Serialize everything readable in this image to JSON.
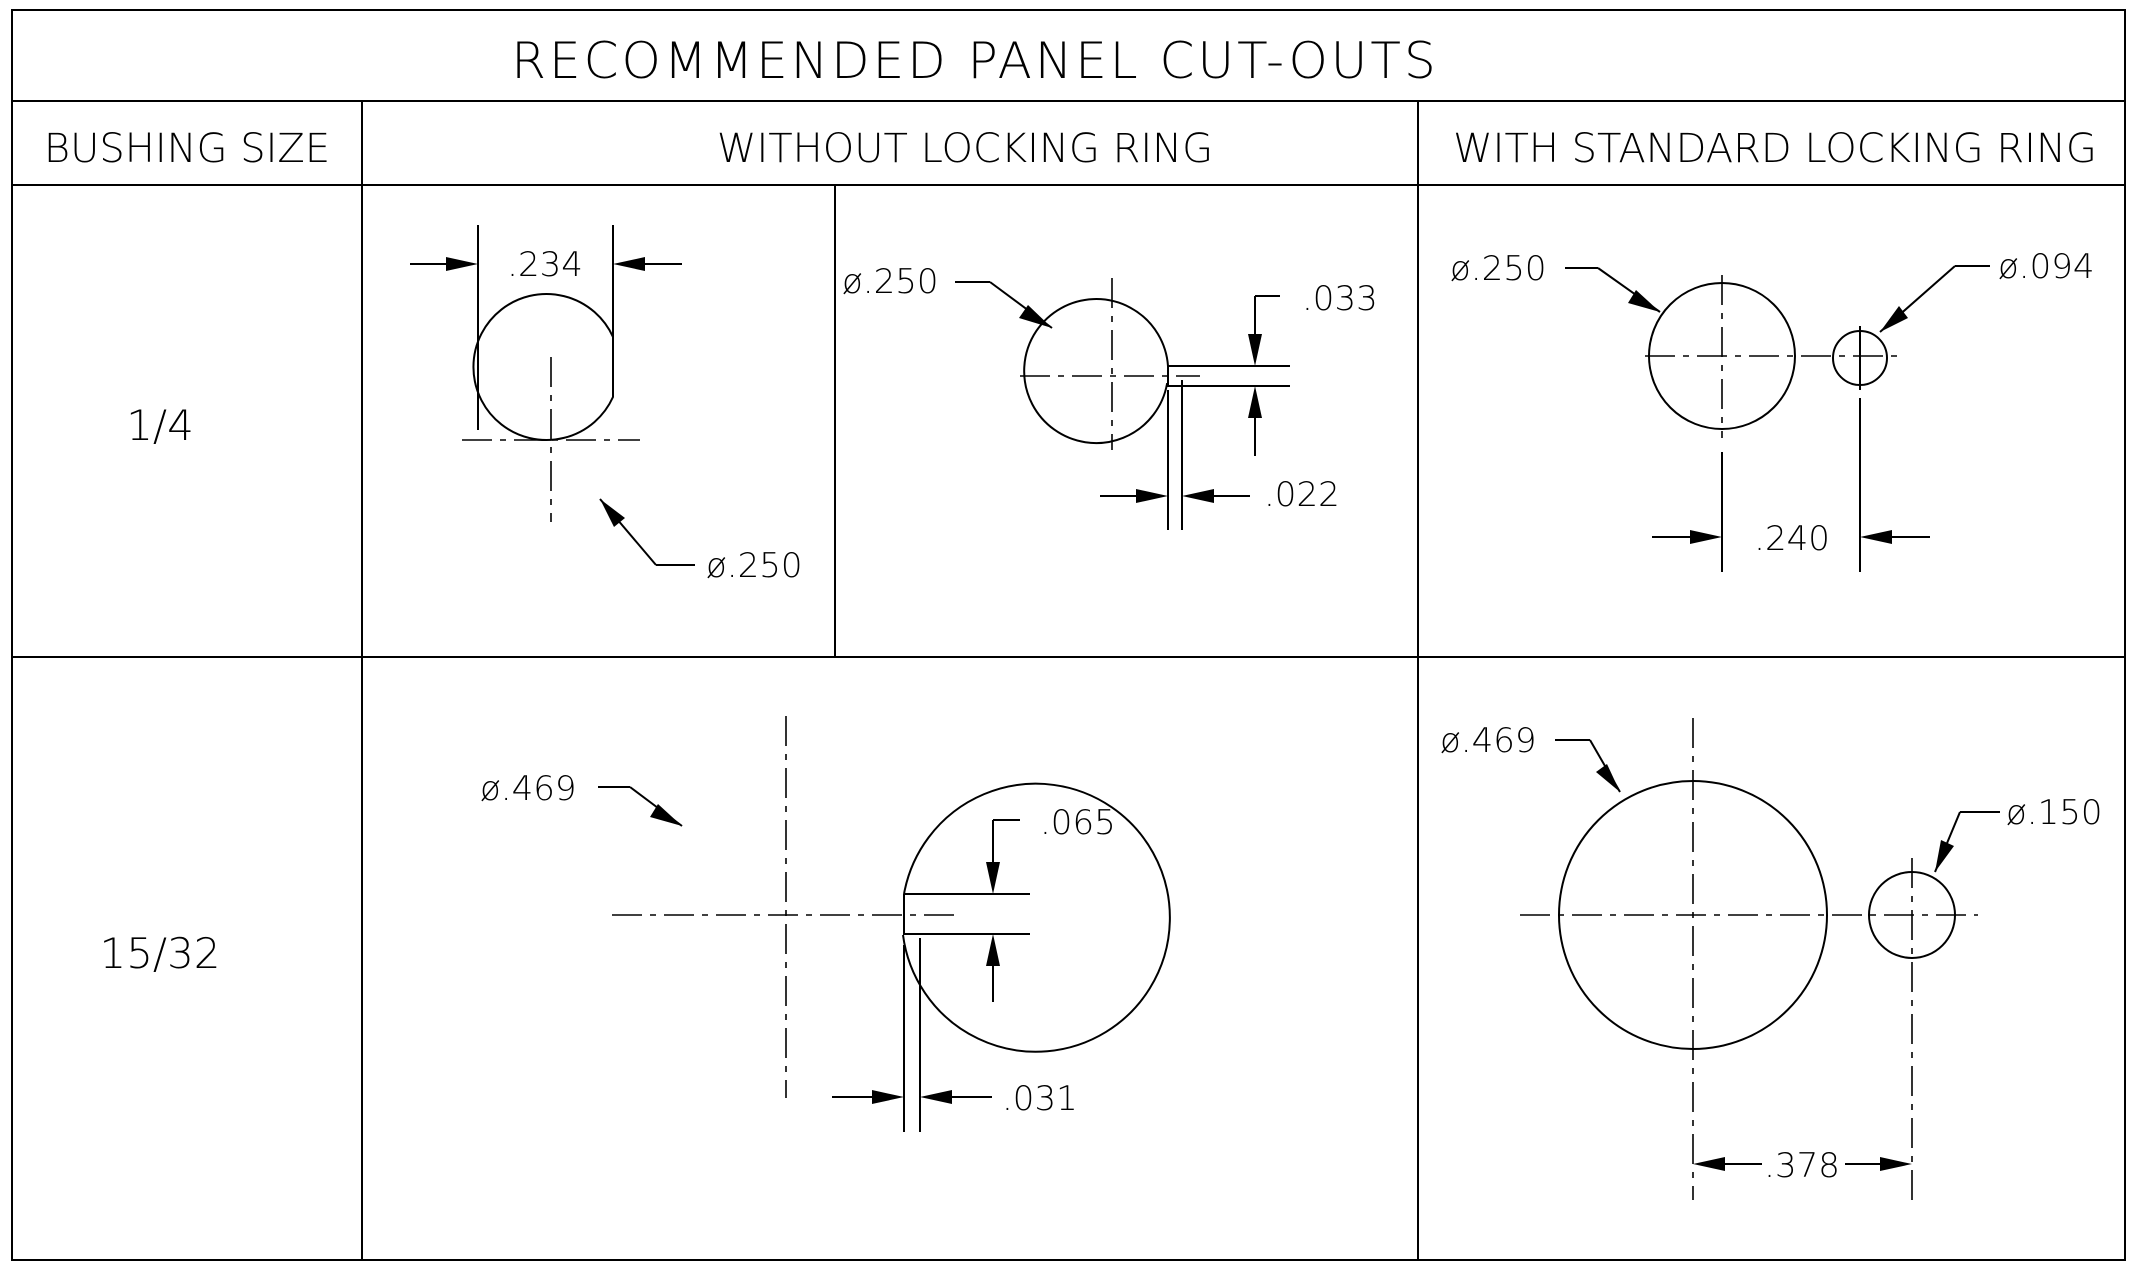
{
  "title": "RECOMMENDED PANEL CUT-OUTS",
  "headers": {
    "bushing_size": "BUSHING SIZE",
    "without_locking_ring": "WITHOUT LOCKING RING",
    "with_standard_locking_ring": "WITH STANDARD LOCKING RING"
  },
  "rows": [
    {
      "size": "1/4",
      "without_a": {
        "flat_width": ".234",
        "diameter": "ø.250"
      },
      "without_b": {
        "diameter": "ø.250",
        "slot_width": ".033",
        "slot_depth": ".022"
      },
      "with_ring": {
        "main_diameter": "ø.250",
        "pin_diameter": "ø.094",
        "spacing": ".240"
      }
    },
    {
      "size": "15/32",
      "without": {
        "diameter": "ø.469",
        "slot_width": ".065",
        "slot_depth": ".031"
      },
      "with_ring": {
        "main_diameter": "ø.469",
        "pin_diameter": "ø.150",
        "spacing": ".378"
      }
    }
  ]
}
